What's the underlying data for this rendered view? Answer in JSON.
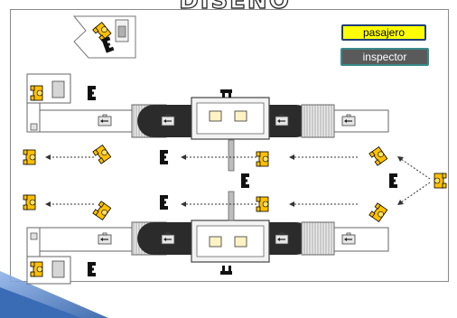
{
  "slide": {
    "title": "DISEÑO"
  },
  "legend": {
    "pasajero": "pasajero",
    "inspector": "inspector"
  },
  "colors": {
    "pasajero": "#ffc000",
    "inspector": "#111111",
    "belt": "#bdbdbd",
    "scanner": "#2b2b2b",
    "corner_accent": "#4f7fc6"
  },
  "icons": [
    "passenger-figure-icon",
    "inspector-figure-icon",
    "suitcase-icon",
    "tray-icon",
    "booth-icon",
    "monitor-icon"
  ]
}
